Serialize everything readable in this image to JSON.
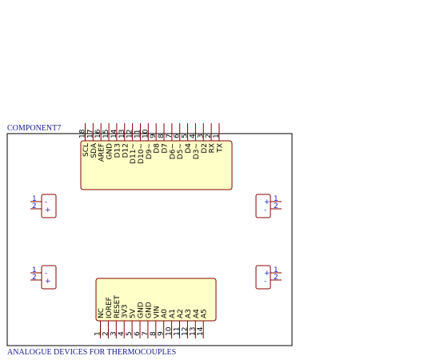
{
  "component_label": "COMPONENT7",
  "footer_label": "ANALOGUE DEVICES FOR THERMOCOUPLES",
  "colors": {
    "outline": "#000000",
    "part_body": "#ffffc8",
    "part_border": "#840000",
    "pin_line": "#840000",
    "connector_text": "#2020c0",
    "title_text": "#1a1a9a"
  },
  "top_header": {
    "pins": [
      {
        "num": "18",
        "name": "SCL"
      },
      {
        "num": "17",
        "name": "SDA"
      },
      {
        "num": "16",
        "name": "AREF"
      },
      {
        "num": "15",
        "name": "GND"
      },
      {
        "num": "14",
        "name": "D13"
      },
      {
        "num": "13",
        "name": "D12"
      },
      {
        "num": "12",
        "name": "D11~"
      },
      {
        "num": "11",
        "name": "D10~"
      },
      {
        "num": "10",
        "name": "D9~"
      },
      {
        "num": "9",
        "name": "D8"
      },
      {
        "num": "8",
        "name": "D7"
      },
      {
        "num": "7",
        "name": "D6~"
      },
      {
        "num": "6",
        "name": "D5~"
      },
      {
        "num": "5",
        "name": "D4"
      },
      {
        "num": "4",
        "name": "D3~"
      },
      {
        "num": "3",
        "name": "D2"
      },
      {
        "num": "2",
        "name": "RX"
      },
      {
        "num": "1",
        "name": "TX"
      }
    ]
  },
  "bottom_header": {
    "pins": [
      {
        "num": "1",
        "name": "NC"
      },
      {
        "num": "2",
        "name": "IOREF"
      },
      {
        "num": "3",
        "name": "RESET"
      },
      {
        "num": "4",
        "name": "3V3"
      },
      {
        "num": "5",
        "name": "5V"
      },
      {
        "num": "6",
        "name": "GND"
      },
      {
        "num": "7",
        "name": "GND"
      },
      {
        "num": "8",
        "name": "VIN"
      },
      {
        "num": "9",
        "name": "A0"
      },
      {
        "num": "10",
        "name": "A1"
      },
      {
        "num": "11",
        "name": "A2"
      },
      {
        "num": "12",
        "name": "A3"
      },
      {
        "num": "13",
        "name": "A4"
      },
      {
        "num": "14",
        "name": "A5"
      }
    ]
  },
  "connectors": [
    {
      "side": "left",
      "pin1": "1",
      "pin2": "2",
      "sign1": "-",
      "sign2": "+"
    },
    {
      "side": "right",
      "pin1": "1",
      "pin2": "2",
      "sign1": "+",
      "sign2": "-"
    },
    {
      "side": "left",
      "pin1": "1",
      "pin2": "2",
      "sign1": "-",
      "sign2": "+"
    },
    {
      "side": "right",
      "pin1": "1",
      "pin2": "2",
      "sign1": "+",
      "sign2": "-"
    }
  ]
}
